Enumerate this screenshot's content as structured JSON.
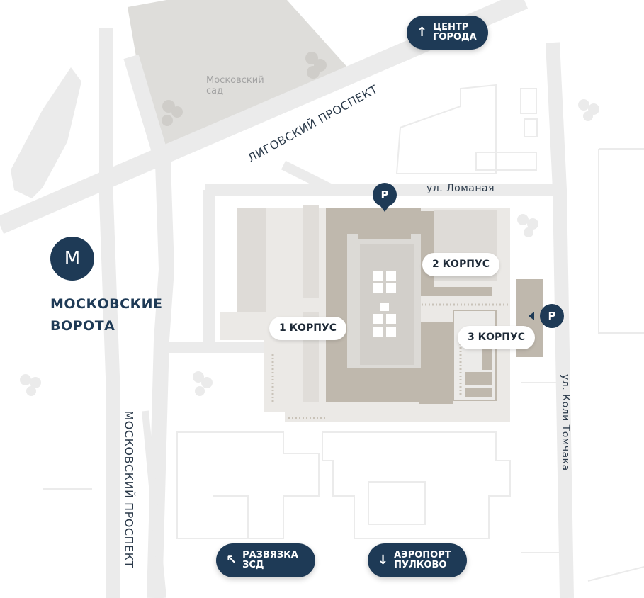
{
  "metro": {
    "icon_letter": "М",
    "name_line1": "МОСКОВСКИЕ",
    "name_line2": "ВОРОТА"
  },
  "roads": {
    "ligovsky": "ЛИГОВСКИЙ ПРОСПЕКТ",
    "lomanaya": "ул. Ломаная",
    "moskovsky": "МОСКОВСКИЙ ПРОСПЕКТ",
    "koli_tomchaka": "ул. Коли Томчака"
  },
  "places": {
    "park_line1": "Московский",
    "park_line2": "сад"
  },
  "buildings": [
    {
      "label": "1 КОРПУС"
    },
    {
      "label": "2 КОРПУС"
    },
    {
      "label": "3 КОРПУС"
    }
  ],
  "parking": {
    "label": "P"
  },
  "directions": {
    "center": {
      "arrow": "↑",
      "line1": "ЦЕНТР",
      "line2": "ГОРОДА"
    },
    "zsd": {
      "arrow": "↖",
      "line1": "РАЗВЯЗКА",
      "line2": "ЗСД"
    },
    "airport": {
      "arrow": "↓",
      "line1": "АЭРОПОРТ",
      "line2": "ПУЛКОВО"
    }
  },
  "colors": {
    "navy": "#1e3a56",
    "road": "#ebebeb",
    "building": "#bfb8ad",
    "park": "#deddda"
  }
}
